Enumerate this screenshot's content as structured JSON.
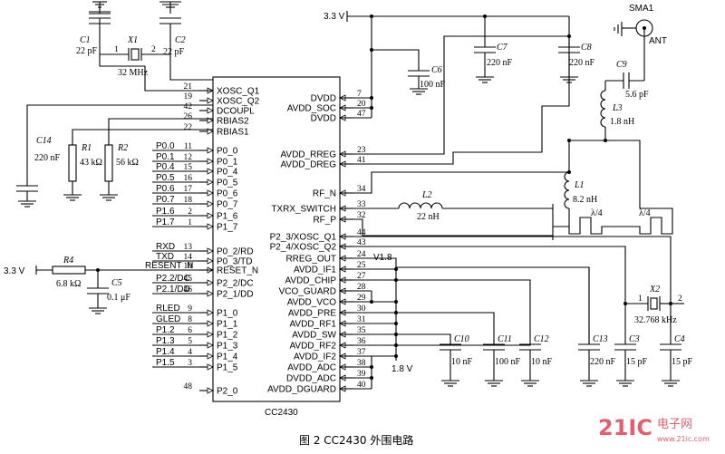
{
  "caption": "图 2    CC2430 外围电路",
  "watermark": {
    "brand": "21IC",
    "text": "电子网",
    "url": "www.21ic.com"
  },
  "chip": {
    "name": "CC2430",
    "left_pins": [
      {
        "name": "XOSC_Q1",
        "num": "21"
      },
      {
        "name": "XOSC_Q2",
        "num": "19"
      },
      {
        "name": "DCOUPL",
        "num": "42"
      },
      {
        "name": "RBIAS2",
        "num": "26"
      },
      {
        "name": "RBIAS1",
        "num": "22"
      },
      {
        "name": "P0_0",
        "num": "11"
      },
      {
        "name": "P0_1",
        "num": "12"
      },
      {
        "name": "P0_4",
        "num": "15"
      },
      {
        "name": "P0_5",
        "num": "16"
      },
      {
        "name": "P0_6",
        "num": "17"
      },
      {
        "name": "P0_7",
        "num": "18"
      },
      {
        "name": "P1_6",
        "num": "2"
      },
      {
        "name": "P1_7",
        "num": "1"
      },
      {
        "name": "P0_2/RD",
        "num": "13"
      },
      {
        "name": "P0_3/TD",
        "num": "14"
      },
      {
        "name": "RESET_N",
        "num": "10"
      },
      {
        "name": "P2_2/DC",
        "num": "45"
      },
      {
        "name": "P2_1/DD",
        "num": "46"
      },
      {
        "name": "P1_0",
        "num": "9"
      },
      {
        "name": "P1_1",
        "num": "8"
      },
      {
        "name": "P1_2",
        "num": "6"
      },
      {
        "name": "P1_3",
        "num": "5"
      },
      {
        "name": "P1_4",
        "num": "4"
      },
      {
        "name": "P1_5",
        "num": "3"
      },
      {
        "name": "P2_0",
        "num": "48"
      }
    ],
    "right_pins": [
      {
        "name": "DVDD",
        "num": "7"
      },
      {
        "name": "AVDD_SOC",
        "num": "20"
      },
      {
        "name": "DVDD",
        "num": "47"
      },
      {
        "name": "AVDD_RREG",
        "num": "23"
      },
      {
        "name": "AVDD_DREG",
        "num": "41"
      },
      {
        "name": "RF_N",
        "num": "34"
      },
      {
        "name": "TXRX_SWITCH",
        "num": "33"
      },
      {
        "name": "RF_P",
        "num": "32"
      },
      {
        "name": "P2_3/XOSC_Q1",
        "num": "44"
      },
      {
        "name": "P2_4/XOSC_Q2",
        "num": "43"
      },
      {
        "name": "RREG_OUT",
        "num": "24"
      },
      {
        "name": "AVDD_IF1",
        "num": "25"
      },
      {
        "name": "AVDD_CHIP",
        "num": "27"
      },
      {
        "name": "VCO_GUARD",
        "num": "28"
      },
      {
        "name": "AVDD_VCO",
        "num": "29"
      },
      {
        "name": "AVDD_PRE",
        "num": "30"
      },
      {
        "name": "AVDD_RF1",
        "num": "31"
      },
      {
        "name": "AVDD_SW",
        "num": "35"
      },
      {
        "name": "AVDD_RF2",
        "num": "36"
      },
      {
        "name": "AVDD_IF2",
        "num": "37"
      },
      {
        "name": "AVDD_ADC",
        "num": "38"
      },
      {
        "name": "DVDD_ADC",
        "num": "39"
      },
      {
        "name": "AVDD_DGUARD",
        "num": "40"
      }
    ]
  },
  "nets": {
    "left": [
      "P0.0",
      "P0.1",
      "P0.4",
      "P0.5",
      "P0.6",
      "P0.7",
      "P1.6",
      "P1.7",
      "RXD",
      "TXD",
      "RESENT_N",
      "P2.2/DC",
      "P2.1/DD",
      "RLED",
      "GLED",
      "P1.2",
      "P1.3",
      "P1.4",
      "P1.5"
    ],
    "vcc_top": "3.3 V",
    "vcc_left": "3.3 V",
    "v18": "V1.8",
    "v18_bottom": "1.8 V"
  },
  "antenna": {
    "name": "SMA1",
    "label": "ANT"
  },
  "components": {
    "C1": {
      "ref": "C1",
      "value": "22 pF"
    },
    "C2": {
      "ref": "C2",
      "value": "22 pF"
    },
    "X1": {
      "ref": "X1",
      "value": "32 MHz",
      "pin1": "1",
      "pin2": "2"
    },
    "C14": {
      "ref": "C14",
      "value": "220 nF"
    },
    "R1": {
      "ref": "R1",
      "value": "43 kΩ"
    },
    "R2": {
      "ref": "R2",
      "value": "56 kΩ"
    },
    "C6": {
      "ref": "C6",
      "value": "100 nF"
    },
    "C7": {
      "ref": "C7",
      "value": "220 nF"
    },
    "C8": {
      "ref": "C8",
      "value": "220 nF"
    },
    "C9": {
      "ref": "C9",
      "value": "5.6 pF"
    },
    "L3": {
      "ref": "L3",
      "value": "1.8 nH"
    },
    "L1": {
      "ref": "L1",
      "value": "8.2 nH"
    },
    "L2": {
      "ref": "L2",
      "value": "22 nH"
    },
    "TL1": {
      "label": "λ/4"
    },
    "TL2": {
      "label": "λ/4"
    },
    "R4": {
      "ref": "R4",
      "value": "6.8 kΩ"
    },
    "C5": {
      "ref": "C5",
      "value": "0.1 μF"
    },
    "X2": {
      "ref": "X2",
      "value": "32.768 kHz",
      "pin1": "1",
      "pin2": "2"
    },
    "C10": {
      "ref": "C10",
      "value": "10 nF"
    },
    "C11": {
      "ref": "C11",
      "value": "100 nF"
    },
    "C12": {
      "ref": "C12",
      "value": "10 nF"
    },
    "C13": {
      "ref": "C13",
      "value": "220 nF"
    },
    "C3": {
      "ref": "C3",
      "value": "15 pF"
    },
    "C4": {
      "ref": "C4",
      "value": "15 pF"
    }
  }
}
